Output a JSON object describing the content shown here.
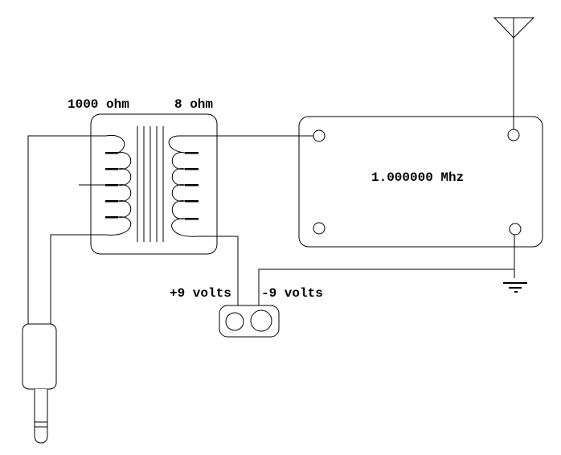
{
  "page": {
    "background_color": "#ffffff",
    "line_color": "#000000",
    "description": "Schematic: audio transformer driving a 1 MHz oscillator transmitter with antenna, ground, dual 9V supply and audio plug input"
  },
  "schematic": {
    "transformer": {
      "primary_label": "1000 ohm",
      "secondary_label": "8 ohm"
    },
    "oscillator": {
      "frequency_label": "1.000000 Mhz"
    },
    "power": {
      "positive_label": "+9 volts",
      "negative_label": "-9 volts"
    },
    "icons": [
      "antenna-icon",
      "ground-icon",
      "transformer-icon",
      "audio-plug-icon",
      "power-connector-icon"
    ]
  }
}
